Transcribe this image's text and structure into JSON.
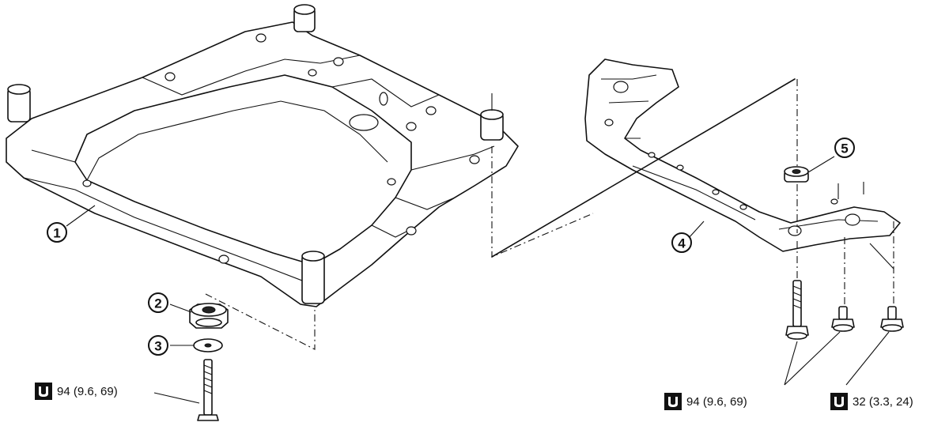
{
  "callouts": [
    {
      "id": "1",
      "text": "1"
    },
    {
      "id": "2",
      "text": "2"
    },
    {
      "id": "3",
      "text": "3"
    },
    {
      "id": "4",
      "text": "4"
    },
    {
      "id": "5",
      "text": "5"
    }
  ],
  "torque_specs": {
    "left_bolt": "94 (9.6, 69)",
    "right_bolts_long": "94 (9.6, 69)",
    "right_bolts_short": "32 (3.3, 24)"
  },
  "icons": {
    "torque": "torque-wrench-icon"
  }
}
